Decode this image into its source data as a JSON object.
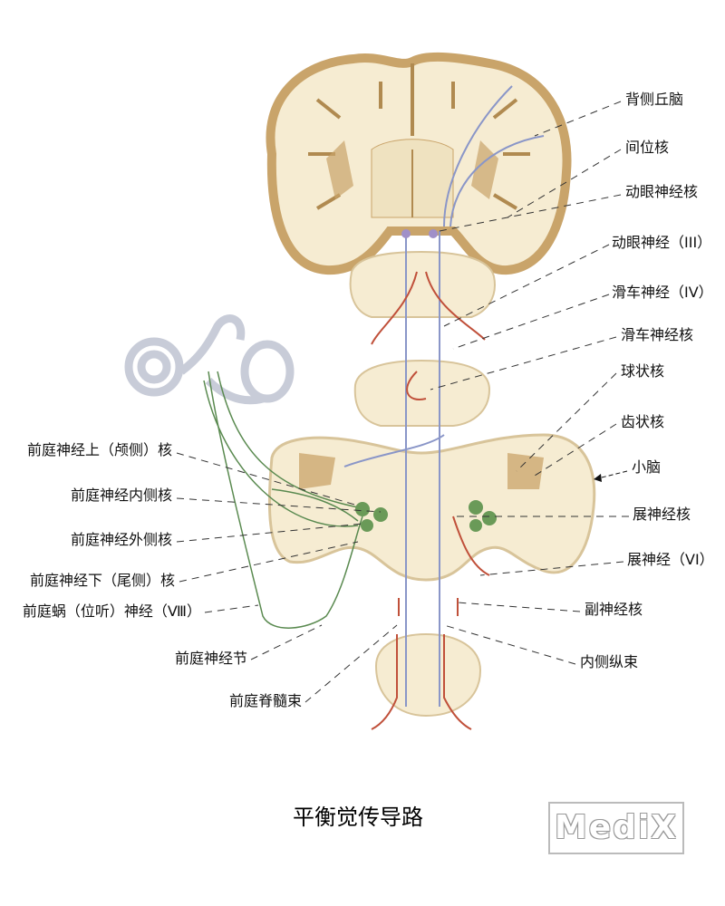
{
  "title": "平衡觉传导路",
  "watermark": "MediX",
  "colors": {
    "tissue": "#f6ecd2",
    "cortex": "#c9a46a",
    "blue_tract": "#8a96c8",
    "red_nerve": "#c0503a",
    "green_nucleus": "#6a9a58",
    "ear": "#c8ccd8"
  },
  "labels_right": [
    "背侧丘脑",
    "间位核",
    "动眼神经核",
    "动眼神经（III）",
    "滑车神经（IV）",
    "滑车神经核",
    "球状核",
    "齿状核",
    "小脑",
    "展神经核",
    "展神经（VI）",
    "副神经核",
    "内侧纵束"
  ],
  "labels_left": [
    "前庭神经上（颅侧）核",
    "前庭神经内侧核",
    "前庭神经外侧核",
    "前庭神经下（尾侧）核",
    "前庭蜗（位听）神经（Ⅷ）",
    "前庭神经节",
    "前庭脊髓束"
  ]
}
